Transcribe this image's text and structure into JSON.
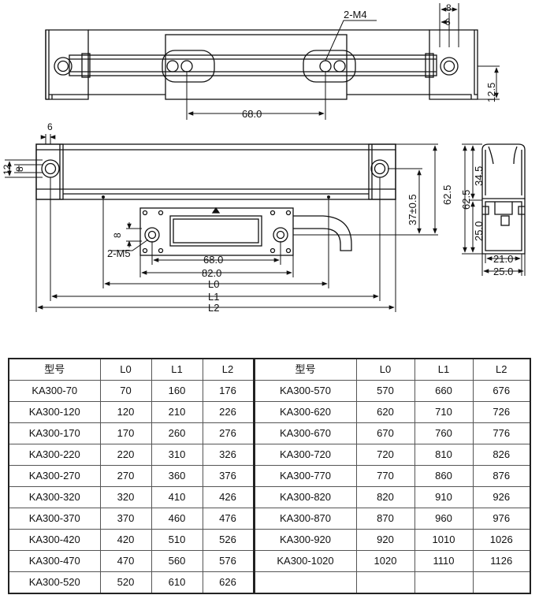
{
  "drawing": {
    "top_view": {
      "tap_label": "2-M4",
      "hole_spacing": "68.0",
      "end_dim_outer": "8",
      "end_dim_inner": "6",
      "end_height": "12.5"
    },
    "front_view": {
      "end_width": "6",
      "hole_dim_outer": "12",
      "hole_dim_inner": "8",
      "reader_height": "37±0.5",
      "total_height": "62.5",
      "reader_hole_dim": "8",
      "reader_tap_label": "2-M5",
      "reader_hole_spacing": "68.0",
      "reader_length": "82.0",
      "length_l0": "L0",
      "length_l1": "L1",
      "length_l2": "L2"
    },
    "side_view": {
      "upper_height": "34.5",
      "total_height": "62.5",
      "lower_height": "25.0",
      "inner_width": "21.0",
      "outer_width": "25.0"
    }
  },
  "table": {
    "headers": [
      "型号",
      "L0",
      "L1",
      "L2",
      "型号",
      "L0",
      "L1",
      "L2"
    ],
    "rows": [
      [
        "KA300-70",
        "70",
        "160",
        "176",
        "KA300-570",
        "570",
        "660",
        "676"
      ],
      [
        "KA300-120",
        "120",
        "210",
        "226",
        "KA300-620",
        "620",
        "710",
        "726"
      ],
      [
        "KA300-170",
        "170",
        "260",
        "276",
        "KA300-670",
        "670",
        "760",
        "776"
      ],
      [
        "KA300-220",
        "220",
        "310",
        "326",
        "KA300-720",
        "720",
        "810",
        "826"
      ],
      [
        "KA300-270",
        "270",
        "360",
        "376",
        "KA300-770",
        "770",
        "860",
        "876"
      ],
      [
        "KA300-320",
        "320",
        "410",
        "426",
        "KA300-820",
        "820",
        "910",
        "926"
      ],
      [
        "KA300-370",
        "370",
        "460",
        "476",
        "KA300-870",
        "870",
        "960",
        "976"
      ],
      [
        "KA300-420",
        "420",
        "510",
        "526",
        "KA300-920",
        "920",
        "1010",
        "1026"
      ],
      [
        "KA300-470",
        "470",
        "560",
        "576",
        "KA300-1020",
        "1020",
        "1110",
        "1126"
      ],
      [
        "KA300-520",
        "520",
        "610",
        "626",
        "",
        "",
        "",
        ""
      ]
    ]
  }
}
